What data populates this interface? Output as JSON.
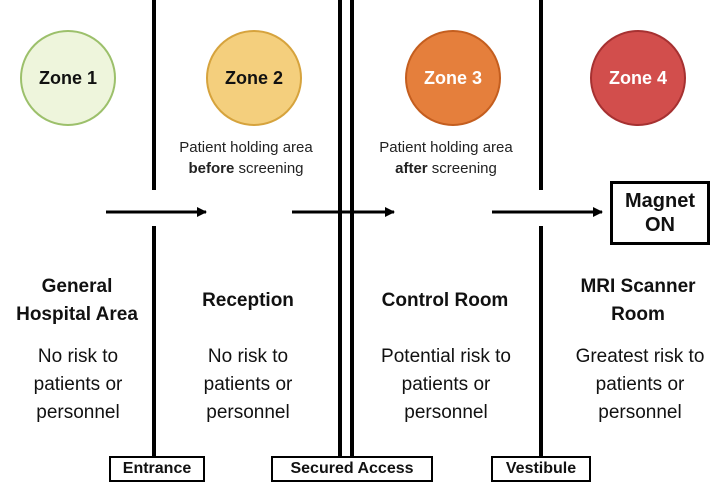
{
  "zones": [
    {
      "label": "Zone 1",
      "fill": "#eef5dc",
      "border": "#9cc06b",
      "text_color": "#111111"
    },
    {
      "label": "Zone 2",
      "fill": "#f4cf7d",
      "border": "#d6a33d",
      "text_color": "#111111"
    },
    {
      "label": "Zone 3",
      "fill": "#e57f3c",
      "border": "#c45e1f",
      "text_color": "#ffffff"
    },
    {
      "label": "Zone 4",
      "fill": "#d24e4c",
      "border": "#a63131",
      "text_color": "#ffffff"
    }
  ],
  "holding": [
    {
      "line1": "Patient holding area",
      "bold": "before",
      "rest": " screening"
    },
    {
      "line1": "Patient holding area",
      "bold": "after",
      "rest": " screening"
    }
  ],
  "magnet": {
    "line1": "Magnet",
    "line2": "ON"
  },
  "areas": [
    {
      "name1": "General",
      "name2": "Hospital Area",
      "risk": [
        "No risk to",
        "patients or",
        "personnel"
      ]
    },
    {
      "name1": "Reception",
      "name2": "",
      "risk": [
        "No risk to",
        "patients or",
        "personnel"
      ]
    },
    {
      "name1": "Control Room",
      "name2": "",
      "risk": [
        "Potential risk to",
        "patients or",
        "personnel"
      ]
    },
    {
      "name1": "MRI Scanner",
      "name2": "Room",
      "risk": [
        "Greatest risk to",
        "patients or",
        "personnel"
      ]
    }
  ],
  "access_points": [
    {
      "label": "Entrance"
    },
    {
      "label": "Secured Access"
    },
    {
      "label": "Vestibule"
    }
  ],
  "colors": {
    "line": "#000000",
    "text": "#111111"
  }
}
